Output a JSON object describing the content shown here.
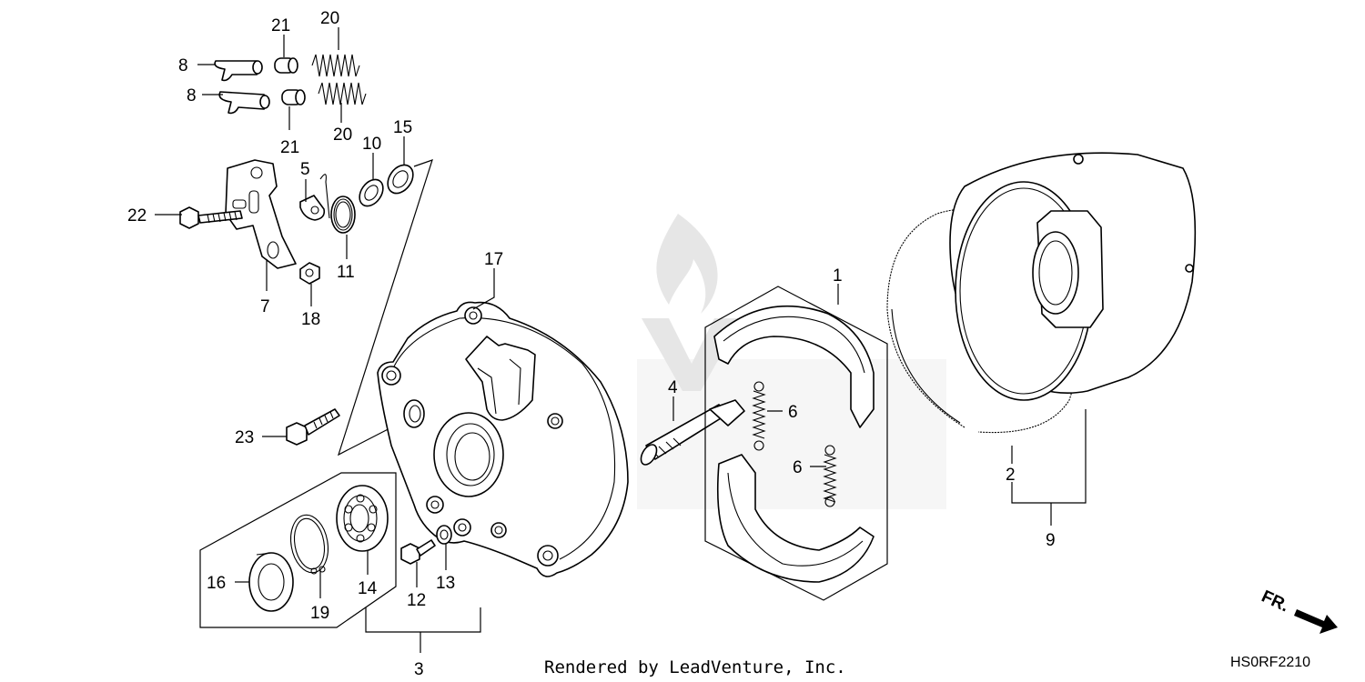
{
  "callouts": [
    {
      "id": "c8a",
      "text": "8"
    },
    {
      "id": "c8b",
      "text": "8"
    },
    {
      "id": "c21a",
      "text": "21"
    },
    {
      "id": "c21b",
      "text": "21"
    },
    {
      "id": "c20a",
      "text": "20"
    },
    {
      "id": "c20b",
      "text": "20"
    },
    {
      "id": "c5",
      "text": "5"
    },
    {
      "id": "c10",
      "text": "10"
    },
    {
      "id": "c15",
      "text": "15"
    },
    {
      "id": "c22",
      "text": "22"
    },
    {
      "id": "c11",
      "text": "11"
    },
    {
      "id": "c7",
      "text": "7"
    },
    {
      "id": "c18",
      "text": "18"
    },
    {
      "id": "c17",
      "text": "17"
    },
    {
      "id": "c23",
      "text": "23"
    },
    {
      "id": "c16",
      "text": "16"
    },
    {
      "id": "c19",
      "text": "19"
    },
    {
      "id": "c14",
      "text": "14"
    },
    {
      "id": "c12",
      "text": "12"
    },
    {
      "id": "c13",
      "text": "13"
    },
    {
      "id": "c3",
      "text": "3"
    },
    {
      "id": "c4",
      "text": "4"
    },
    {
      "id": "c6a",
      "text": "6"
    },
    {
      "id": "c6b",
      "text": "6"
    },
    {
      "id": "c1",
      "text": "1"
    },
    {
      "id": "c2",
      "text": "2"
    },
    {
      "id": "c9",
      "text": "9"
    }
  ],
  "footer": {
    "rendered_by": "Rendered by LeadVenture, Inc.",
    "diagram_code": "HS0RF2210"
  },
  "direction_indicator": "FR.",
  "colors": {
    "line": "#000000",
    "watermark": "#e6e6e6",
    "background": "#ffffff"
  }
}
